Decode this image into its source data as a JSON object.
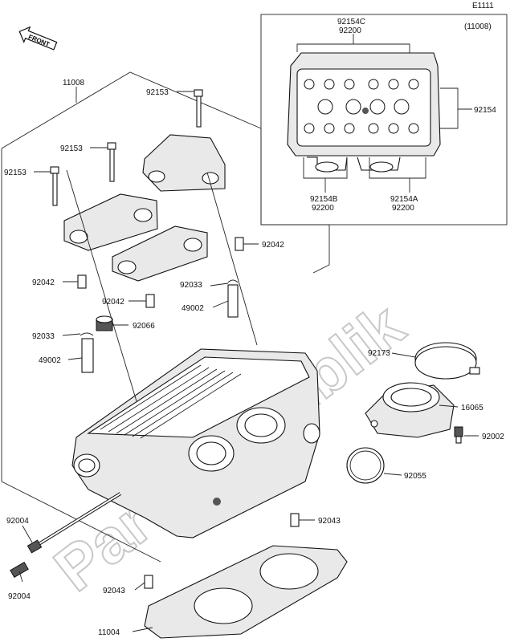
{
  "diagram_code": "E1111",
  "inset_ref": "(11008)",
  "front_label": "FRONT",
  "watermark": "PartsRepublik",
  "labels": {
    "l11008": "11008",
    "l92153a": "92153",
    "l92153b": "92153",
    "l92153c": "92153",
    "l92042a": "92042",
    "l92042b": "92042",
    "l92042c": "92042",
    "l92033a": "92033",
    "l92033b": "92033",
    "l49002a": "49002",
    "l49002b": "49002",
    "l92066": "92066",
    "l92173": "92173",
    "l16065": "16065",
    "l92002": "92002",
    "l92055": "92055",
    "l92043a": "92043",
    "l92043b": "92043",
    "l92004a": "92004",
    "l92004b": "92004",
    "l11004": "11004",
    "l92154C": "92154C",
    "l92200a": "92200",
    "l92154": "92154",
    "l92154B": "92154B",
    "l92200b": "92200",
    "l92154A": "92154A",
    "l92200c": "92200"
  }
}
